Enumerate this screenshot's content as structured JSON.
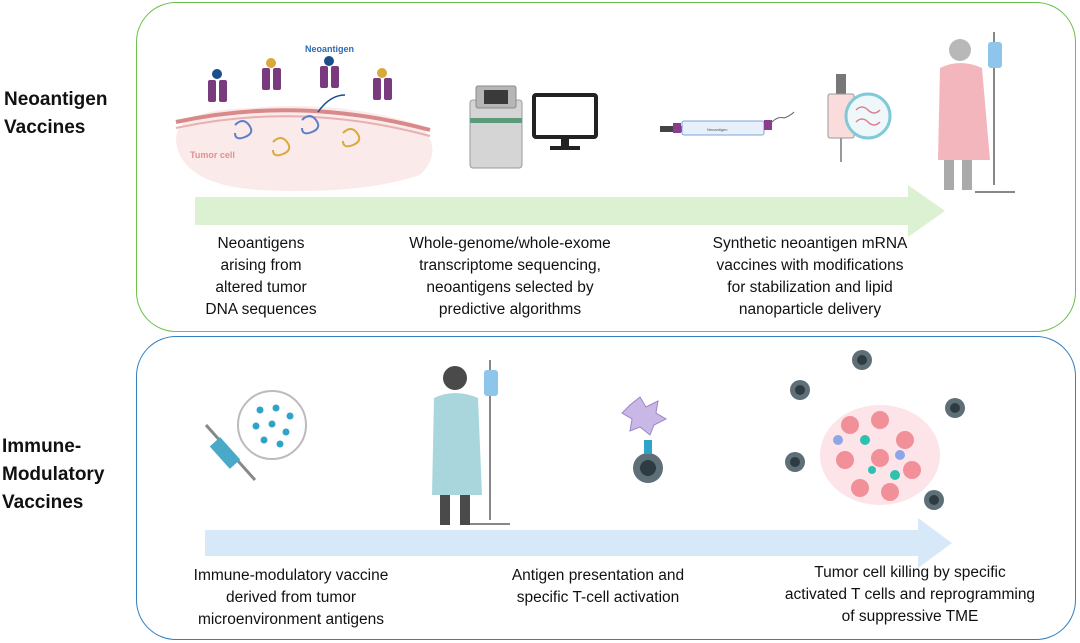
{
  "rows": [
    {
      "title": "Neoantigen\nVaccines",
      "steps": [
        {
          "caption": "Neoantigens\narising from\naltered tumor\nDNA sequences"
        },
        {
          "caption": "Whole-genome/whole-exome\ntranscriptome sequencing,\nneoantigens selected by\npredictive algorithms"
        },
        {
          "caption": "Synthetic neoantigen mRNA\nvaccines with modifications\nfor stabilization and lipid\nnanoparticle delivery"
        }
      ],
      "labels": {
        "neoantigen": "Neoantigen",
        "tumor_cell": "Tumor cell",
        "mrna_strand": "Neoantigen"
      }
    },
    {
      "title": "Immune-\nModulatory\nVaccines",
      "steps": [
        {
          "caption": "Immune-modulatory vaccine\nderived from tumor\nmicroenvironment antigens"
        },
        {
          "caption": "Antigen presentation and\nspecific T-cell activation"
        },
        {
          "caption": "Tumor cell killing by specific\nactivated T cells and reprogramming\nof suppressive TME"
        }
      ]
    }
  ],
  "colors": {
    "top_border": "#6cbf4a",
    "bottom_border": "#2f7fc1",
    "top_arrow": "#dcf0d2",
    "bottom_arrow": "#d7e9f8"
  }
}
